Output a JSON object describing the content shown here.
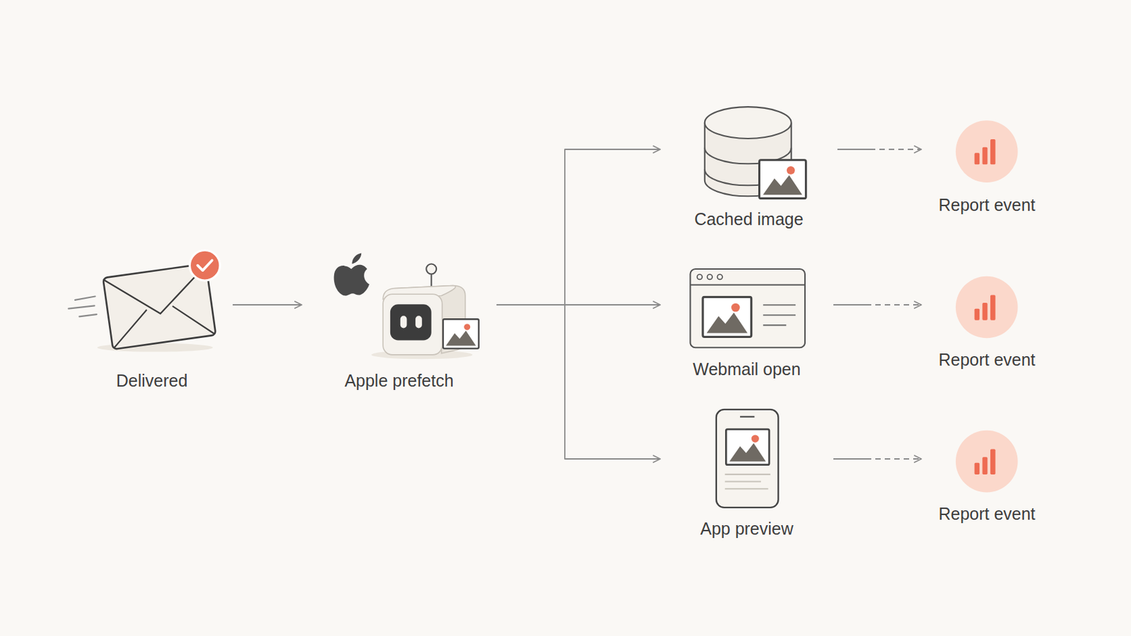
{
  "diagram": {
    "nodes": [
      {
        "text": [
          "Delivered"
        ]
      },
      {
        "text": [
          "Apple prefetch"
        ]
      },
      {
        "text": [
          "Cached image"
        ]
      },
      {
        "text": [
          "Report event"
        ]
      },
      {
        "text": [
          "Webmail open"
        ]
      },
      {
        "text": [
          "Report event"
        ]
      },
      {
        "text": [
          "App preview"
        ]
      },
      {
        "text": [
          "Report event"
        ]
      }
    ],
    "edges": [
      {
        "from": 0,
        "to": 1,
        "arrow": "to"
      },
      {
        "from": 1,
        "to": 2,
        "arrow": "to"
      },
      {
        "from": 1,
        "to": 4,
        "arrow": "to"
      },
      {
        "from": 1,
        "to": 6,
        "arrow": "to"
      },
      {
        "from": 2,
        "to": 3,
        "arrow": "to"
      },
      {
        "from": 4,
        "to": 5,
        "arrow": "to"
      },
      {
        "from": 6,
        "to": 7,
        "arrow": "to"
      }
    ]
  }
}
